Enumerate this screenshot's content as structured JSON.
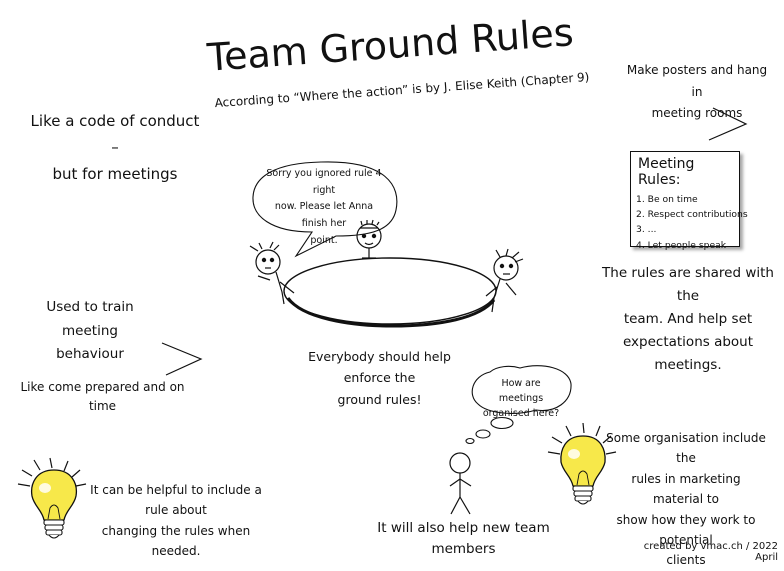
{
  "title": "Team Ground Rules",
  "subtitle": "According to “Where the action” is by J. Elise Keith (Chapter 9)",
  "notes": {
    "code_of_conduct_line1": "Like a code of conduct –",
    "code_of_conduct_line2": "but for meetings",
    "train_line1": "Used to train meeting",
    "train_line2": "behaviour",
    "prepared": "Like come prepared and on time",
    "enforce_line1": "Everybody should help enforce the",
    "enforce_line2": "ground rules!",
    "posters_line1": "Make posters and hang in",
    "posters_line2": "meeting rooms",
    "shared_line1": "The rules are shared with the",
    "shared_line2": "team. And help set",
    "shared_line3": "expectations about meetings.",
    "helpful_line1": "It can be helpful to include a rule about",
    "helpful_line2": "changing the rules when needed.",
    "marketing_line1": "Some organisation include the",
    "marketing_line2": "rules in marketing material to",
    "marketing_line3": "show how they work to potential",
    "marketing_line4": "clients",
    "new_members": "It will also help new team members",
    "credit": "created by vmac.ch / 2022 April"
  },
  "speech_bubble": {
    "line1": "Sorry you ignored rule 4 right",
    "line2": "now. Please let Anna finish her",
    "line3": "point."
  },
  "thought_bubble": {
    "line1": "How are meetings",
    "line2": "organised here?"
  },
  "meeting_rules": {
    "heading": "Meeting Rules:",
    "items": [
      "1. Be on time",
      "2. Respect contributions",
      "3. ...",
      "4. Let people speak"
    ]
  },
  "colors": {
    "ink": "#111111",
    "bulb": "#f7e84a",
    "bulb_highlight": "#fffbe0"
  },
  "icons": [
    "light-bulb-icon",
    "stick-figure-icon",
    "arrow-icon"
  ]
}
